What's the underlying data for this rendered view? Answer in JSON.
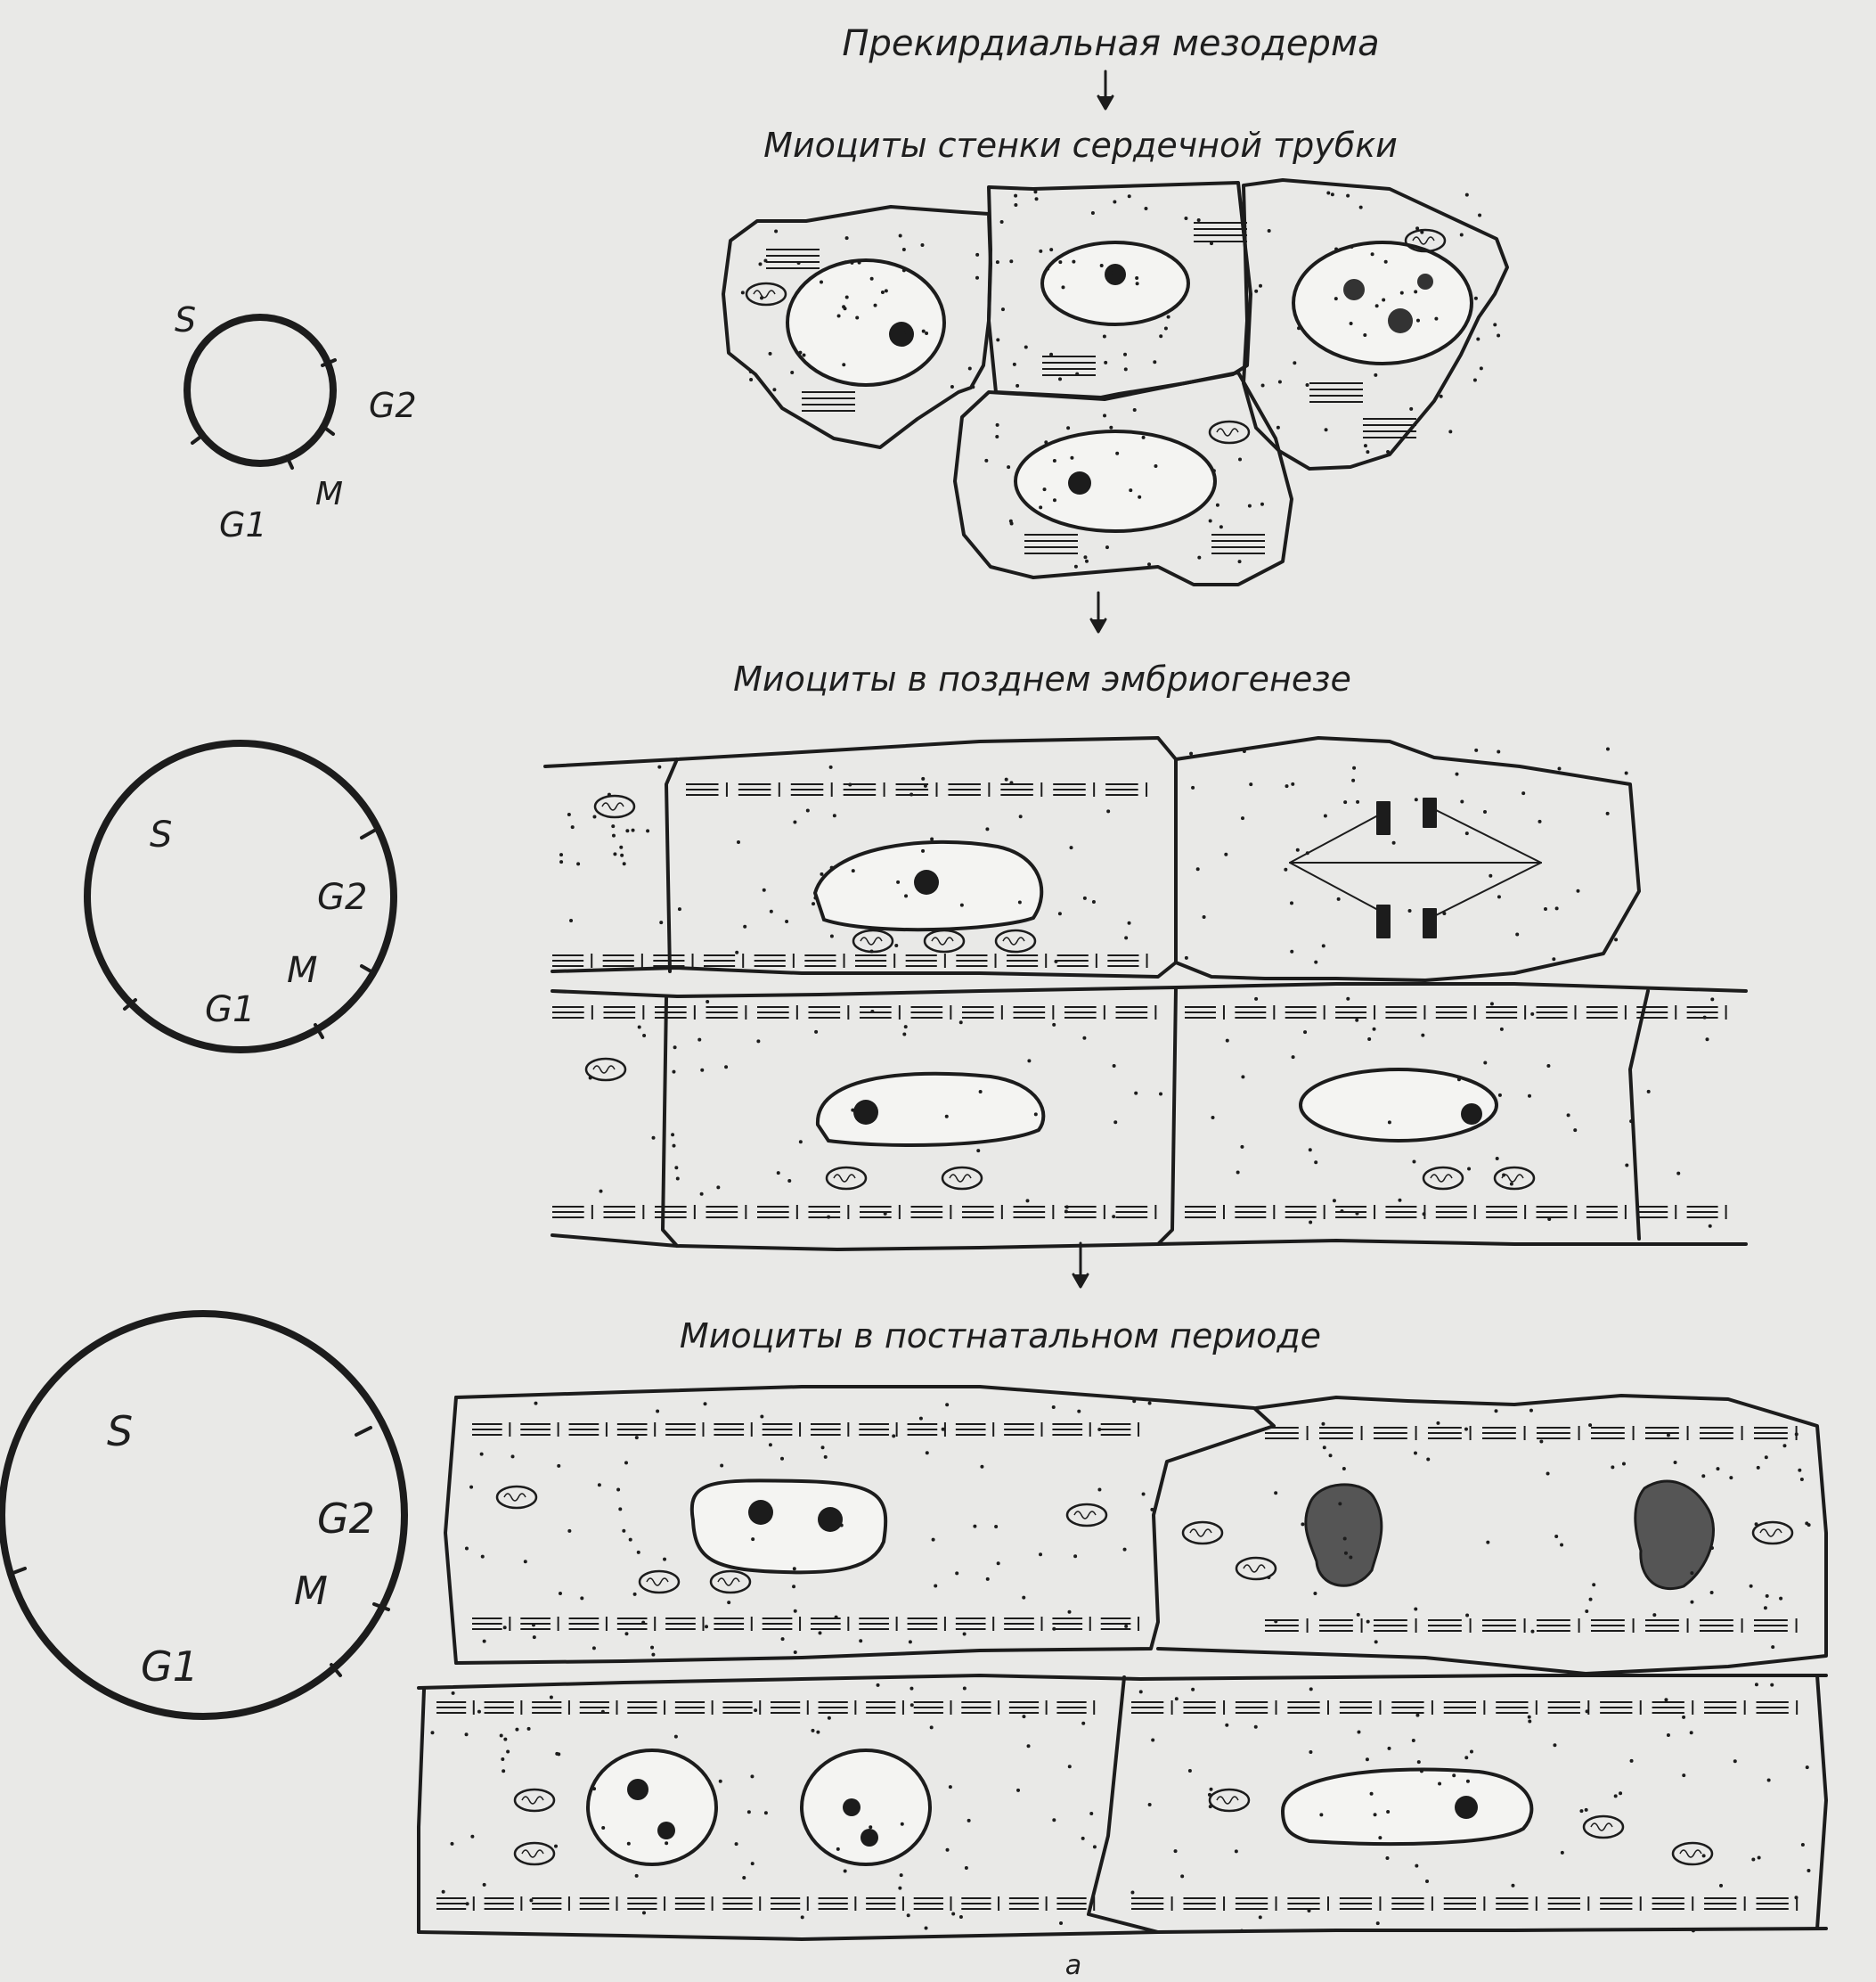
{
  "stages": [
    {
      "label": "Прекирдиальная мезодерма"
    },
    {
      "label": "Миоциты стенки сердечной трубки"
    },
    {
      "label": "Миоциты в позднем эмбриогенезе"
    },
    {
      "label": "Миоциты в постнатальном периоде"
    }
  ],
  "cycles": [
    {
      "phases": [
        "S",
        "G2",
        "M",
        "G1"
      ]
    },
    {
      "phases": [
        "S",
        "G2",
        "M",
        "G1"
      ]
    },
    {
      "phases": [
        "S",
        "G2",
        "M",
        "G1"
      ]
    }
  ],
  "figure_letter": "а",
  "colors": {
    "ink": "#1c1c1c",
    "paper": "#e9e9e7",
    "chromatin": "#555555"
  }
}
